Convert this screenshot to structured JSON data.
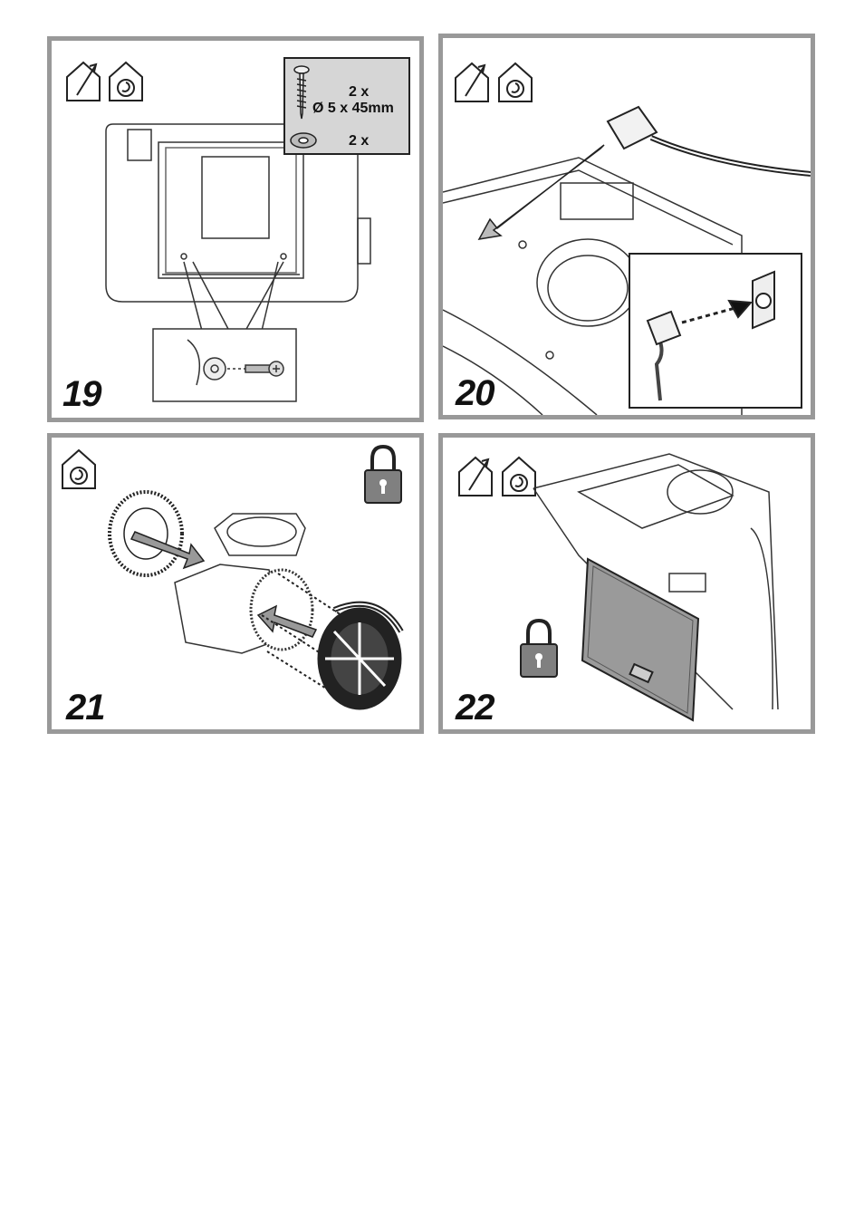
{
  "steps": [
    {
      "number": "19",
      "icons": [
        "house-exhaust-icon",
        "house-recirculation-icon"
      ],
      "spec": {
        "screw_qty": "2 x",
        "screw_size": "Ø 5 x 45mm",
        "washer_qty": "2 x"
      }
    },
    {
      "number": "20",
      "icons": [
        "house-exhaust-icon",
        "house-recirculation-icon"
      ]
    },
    {
      "number": "21",
      "icons": [
        "house-recirculation-icon",
        "padlock-icon"
      ]
    },
    {
      "number": "22",
      "icons": [
        "house-exhaust-icon",
        "house-recirculation-icon",
        "padlock-icon"
      ]
    }
  ],
  "colors": {
    "frame": "#999999",
    "spec_bg": "#d6d6d6",
    "lock_body": "#808080",
    "filter": "#9a9a9a"
  }
}
